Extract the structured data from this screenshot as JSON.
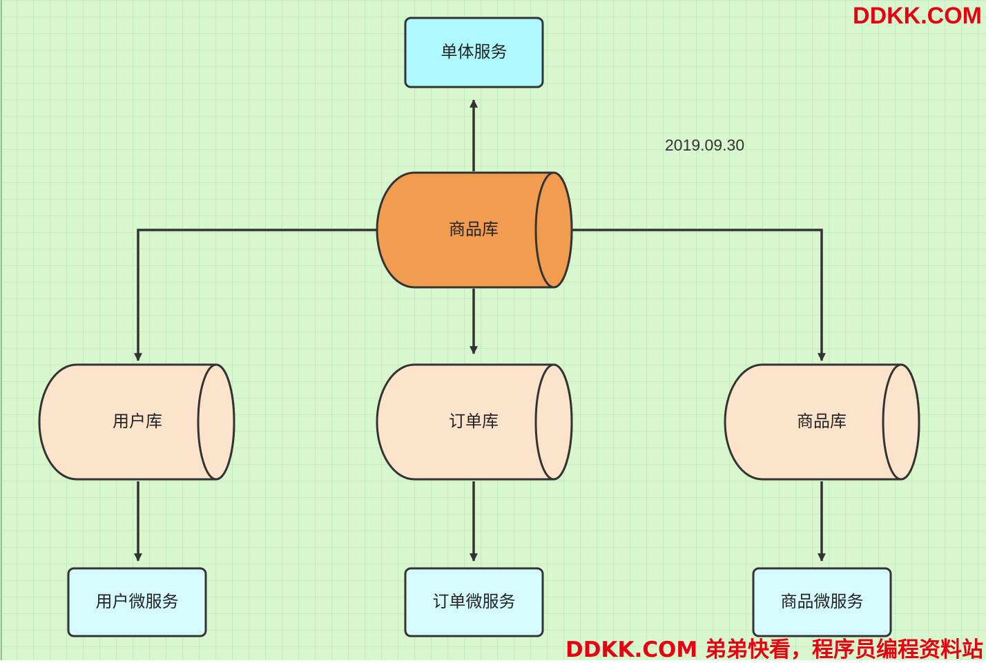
{
  "colors": {
    "background": "#d8f7ce",
    "grid": "#bfe8b8",
    "service_top": "#aef9ff",
    "service_bottom": "#d6fbff",
    "db_main": "#f29c4f",
    "db_split": "#fbe3cc",
    "stroke": "#333333",
    "watermark": "#e60012"
  },
  "diagram": {
    "monolith_service": {
      "label": "单体服务"
    },
    "main_database": {
      "label": "商品库"
    },
    "date_note": "2019.09.30",
    "split_databases": [
      {
        "label": "用户库"
      },
      {
        "label": "订单库"
      },
      {
        "label": "商品库"
      }
    ],
    "microservices": [
      {
        "label": "用户微服务"
      },
      {
        "label": "订单微服务"
      },
      {
        "label": "商品微服务"
      }
    ],
    "edges": [
      {
        "from": "商品库",
        "to": "单体服务"
      },
      {
        "from": "商品库",
        "to": "用户库"
      },
      {
        "from": "商品库",
        "to": "订单库"
      },
      {
        "from": "商品库",
        "to": "商品库"
      },
      {
        "from": "用户库",
        "to": "用户微服务"
      },
      {
        "from": "订单库",
        "to": "订单微服务"
      },
      {
        "from": "商品库",
        "to": "商品微服务"
      }
    ]
  },
  "watermark": {
    "top": "DDKK.COM",
    "bottom": "DDKK.COM 弟弟快看，程序员编程资料站"
  }
}
